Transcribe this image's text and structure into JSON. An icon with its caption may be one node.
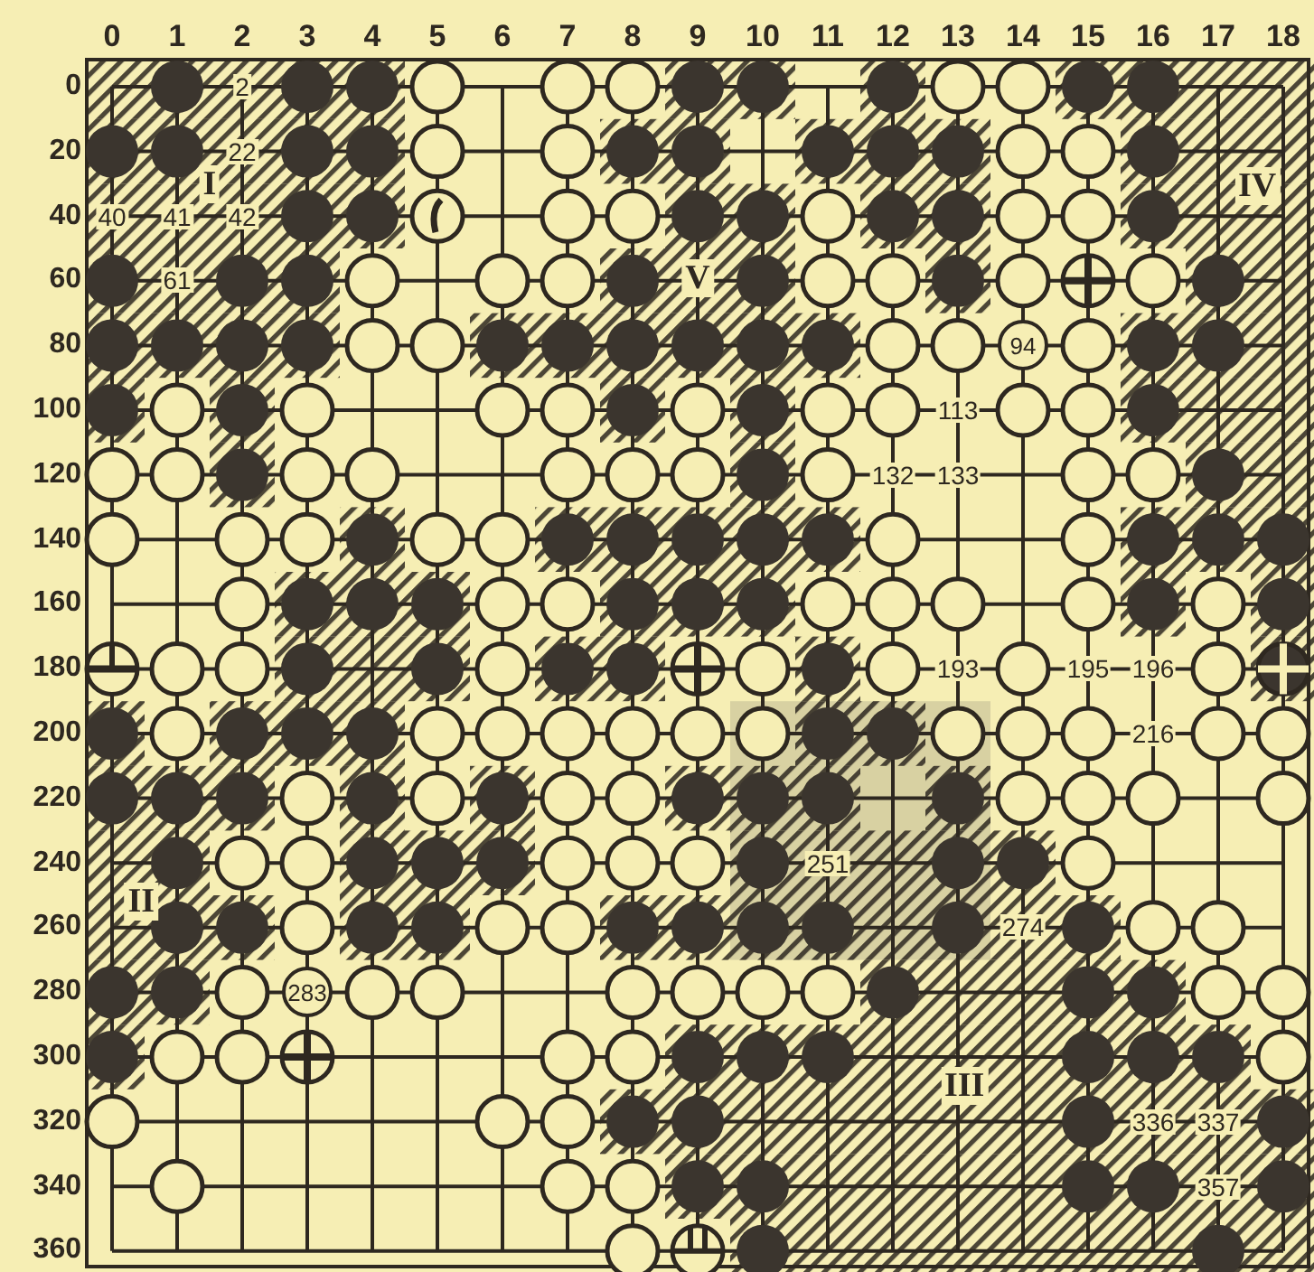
{
  "diagram": {
    "nodes": [
      {
        "text": [
          "94"
        ]
      },
      {
        "text": [
          "283"
        ]
      }
    ],
    "labels": [
      "0",
      "1",
      "2",
      "3",
      "4",
      "5",
      "6",
      "7",
      "8",
      "9",
      "10",
      "11",
      "12",
      "13",
      "14",
      "15",
      "16",
      "17",
      "18",
      "0",
      "2",
      "20",
      "22",
      "I",
      "IV",
      "40",
      "40",
      "41",
      "42",
      "60",
      "61",
      "V",
      "80",
      "100",
      "113",
      "120",
      "132",
      "133",
      "140",
      "160",
      "180",
      "193",
      "195",
      "196",
      "200",
      "216",
      "220",
      "240",
      "251",
      "II",
      "260",
      "274",
      "280",
      "300",
      "III",
      "320",
      "336",
      "337",
      "340",
      "357",
      "360"
    ]
  }
}
